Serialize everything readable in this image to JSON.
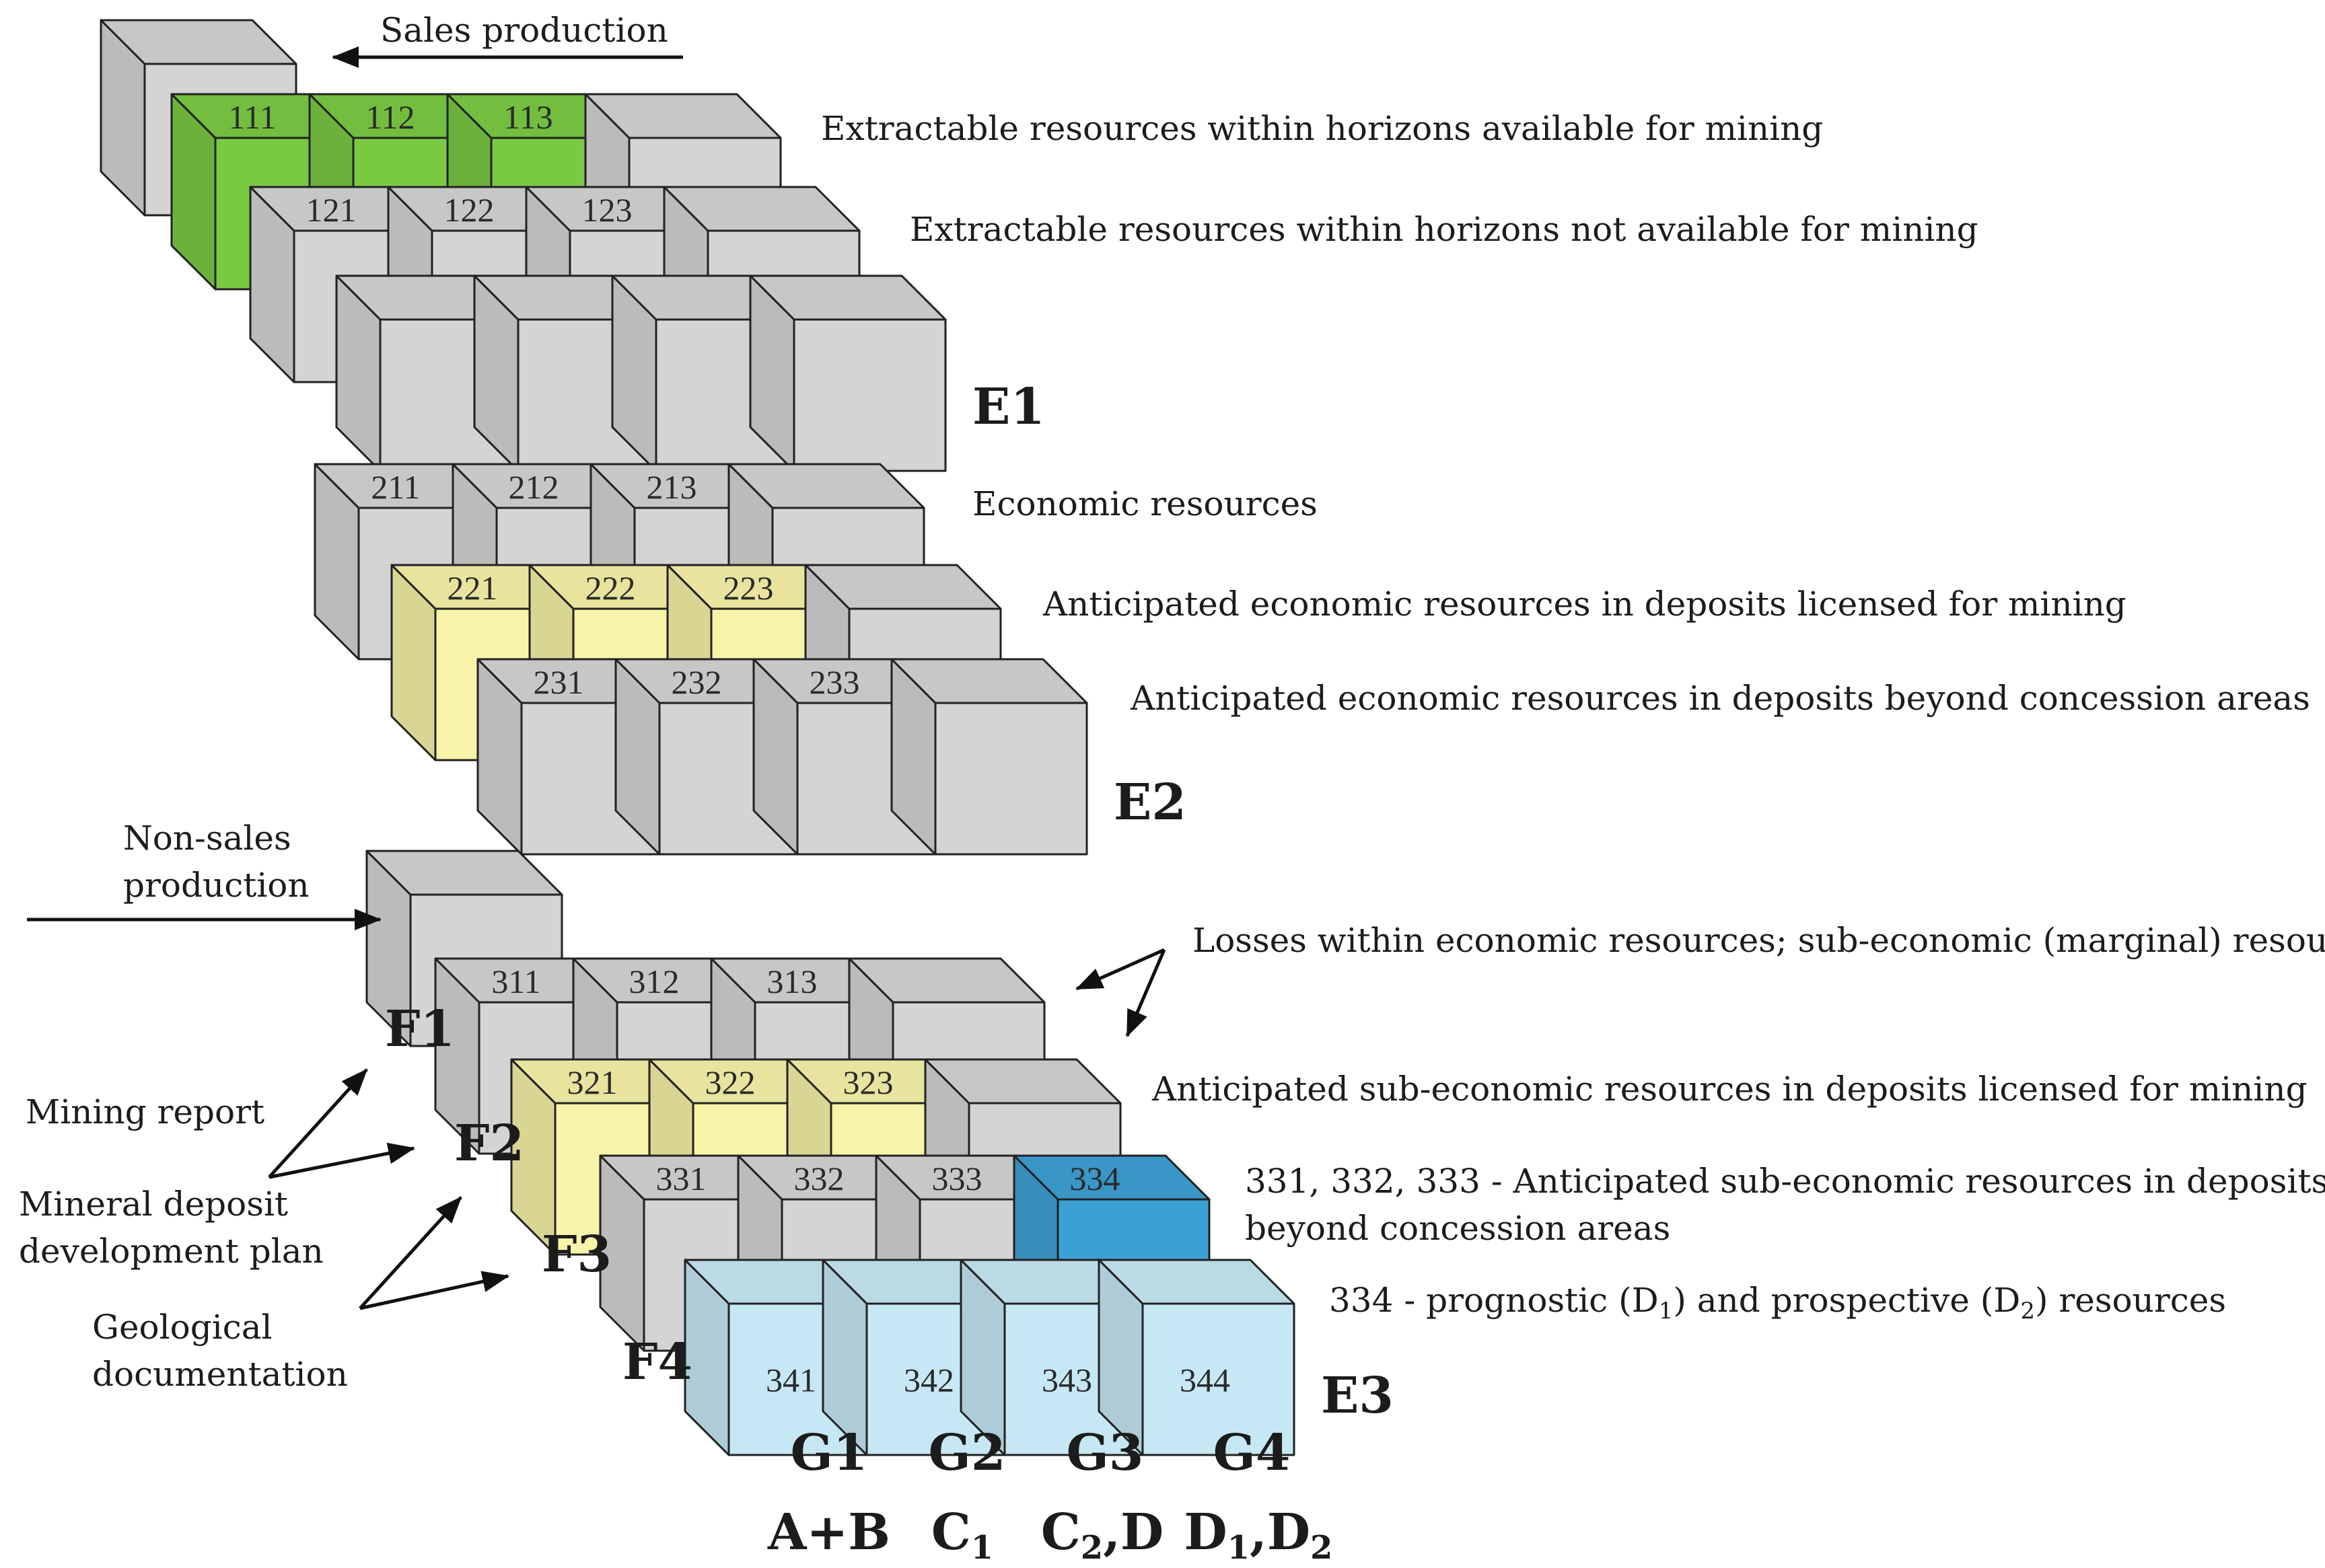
{
  "colors": {
    "grey": "#d4d4d4",
    "green": "#7ac943",
    "yellow": "#f7f3a8",
    "blue": "#3da0d3",
    "light_blue": "#c6e8f4"
  },
  "arrows": {
    "sales": "Sales production",
    "non_sales_1": "Non-sales",
    "non_sales_2": "production"
  },
  "categories": {
    "E1": "E1",
    "E2": "E2",
    "E3": "E3",
    "F1": "F1",
    "F2": "F2",
    "F3": "F3",
    "F4": "F4"
  },
  "cubes": {
    "c111": "111",
    "c112": "112",
    "c113": "113",
    "c121": "121",
    "c122": "122",
    "c123": "123",
    "c211": "211",
    "c212": "212",
    "c213": "213",
    "c221": "221",
    "c222": "222",
    "c223": "223",
    "c231": "231",
    "c232": "232",
    "c233": "233",
    "c311": "311",
    "c312": "312",
    "c313": "313",
    "c321": "321",
    "c322": "322",
    "c323": "323",
    "c331": "331",
    "c332": "332",
    "c333": "333",
    "c334": "334",
    "c341": "341",
    "c342": "342",
    "c343": "343",
    "c344": "344"
  },
  "descriptions": {
    "e1_row1": "Extractable resources within horizons available for mining",
    "e1_row2": "Extractable resources within horizons not available for mining",
    "e2_row1": "Economic resources",
    "e2_row2": "Anticipated economic resources in deposits licensed for mining",
    "e2_row3": "Anticipated economic resources in deposits beyond concession areas",
    "losses": "Losses within economic resources; sub-economic (marginal) resources",
    "e3_row2": "Anticipated sub-economic resources in deposits licensed for mining",
    "e3_row3a": "331, 332, 333 - Anticipated sub-economic resources in deposits",
    "e3_row3b": "beyond concession areas",
    "e3_row4_a": "334 - prognostic (D",
    "e3_row4_s1": "1",
    "e3_row4_b": ") and prospective (D",
    "e3_row4_s2": "2",
    "e3_row4_c": ") resources"
  },
  "left_labels": {
    "mining_report": "Mining report",
    "mineral_1": "Mineral deposit",
    "mineral_2": "development plan",
    "geological_1": "Geological",
    "geological_2": "documentation"
  },
  "columns": {
    "g1": "G1",
    "g2": "G2",
    "g3": "G3",
    "g4": "G4",
    "g1_sub": "A+B",
    "g2_main": "C",
    "g2_s": "1",
    "g3_main": "C",
    "g3_s": "2",
    "g3_tail": ",D",
    "g4_a": "D",
    "g4_s1": "1",
    "g4_b": ",D",
    "g4_s2": "2"
  }
}
